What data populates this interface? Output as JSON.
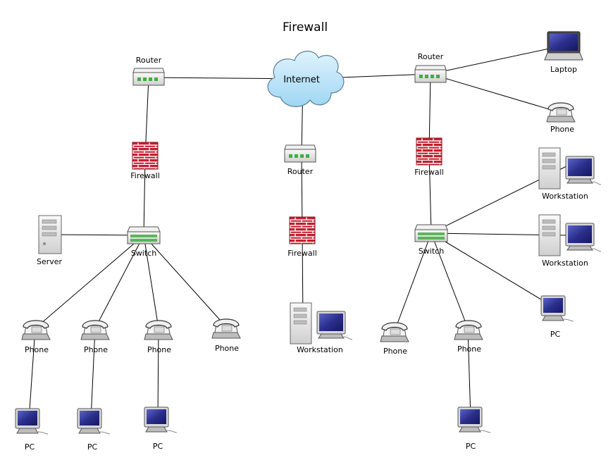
{
  "title": "Firewall",
  "colors": {
    "link": "#000000",
    "brick": "#c41e2e",
    "cloud": "#b8e2f8",
    "screen": "#2b2f8c",
    "device": "#e6e6e6",
    "led": "#3fae3f"
  },
  "nodes": {
    "internet": {
      "label": "Internet",
      "icon": "cloud-icon"
    },
    "router_left": {
      "label": "Router",
      "icon": "router-icon"
    },
    "router_mid": {
      "label": "Router",
      "icon": "router-icon"
    },
    "router_right": {
      "label": "Router",
      "icon": "router-icon"
    },
    "firewall_left": {
      "label": "Firewall",
      "icon": "firewall-icon"
    },
    "firewall_mid": {
      "label": "Firewall",
      "icon": "firewall-icon"
    },
    "firewall_right": {
      "label": "Firewall",
      "icon": "firewall-icon"
    },
    "switch_left": {
      "label": "Switch",
      "icon": "switch-icon"
    },
    "switch_right": {
      "label": "Switch",
      "icon": "switch-icon"
    },
    "server": {
      "label": "Server",
      "icon": "server-icon"
    },
    "phone_l1": {
      "label": "Phone",
      "icon": "phone-icon"
    },
    "phone_l2": {
      "label": "Phone",
      "icon": "phone-icon"
    },
    "phone_l3": {
      "label": "Phone",
      "icon": "phone-icon"
    },
    "phone_l4": {
      "label": "Phone",
      "icon": "phone-icon"
    },
    "pc_l1": {
      "label": "PC",
      "icon": "pc-icon"
    },
    "pc_l2": {
      "label": "PC",
      "icon": "pc-icon"
    },
    "pc_l3": {
      "label": "PC",
      "icon": "pc-icon"
    },
    "workstation_mid": {
      "label": "Workstation",
      "icon": "workstation-icon"
    },
    "laptop": {
      "label": "Laptop",
      "icon": "laptop-icon"
    },
    "phone_r_top": {
      "label": "Phone",
      "icon": "phone-icon"
    },
    "workstation_r1": {
      "label": "Workstation",
      "icon": "workstation-icon"
    },
    "workstation_r2": {
      "label": "Workstation",
      "icon": "workstation-icon"
    },
    "pc_r_side": {
      "label": "PC",
      "icon": "pc-icon"
    },
    "phone_r1": {
      "label": "Phone",
      "icon": "phone-icon"
    },
    "phone_r2": {
      "label": "Phone",
      "icon": "phone-icon"
    },
    "pc_r_bottom": {
      "label": "PC",
      "icon": "pc-icon"
    }
  },
  "links": [
    [
      "router_left",
      "internet"
    ],
    [
      "internet",
      "router_right"
    ],
    [
      "internet",
      "router_mid"
    ],
    [
      "router_left",
      "firewall_left"
    ],
    [
      "firewall_left",
      "switch_left"
    ],
    [
      "switch_left",
      "server"
    ],
    [
      "switch_left",
      "phone_l1"
    ],
    [
      "switch_left",
      "phone_l2"
    ],
    [
      "switch_left",
      "phone_l3"
    ],
    [
      "switch_left",
      "phone_l4"
    ],
    [
      "phone_l1",
      "pc_l1"
    ],
    [
      "phone_l2",
      "pc_l2"
    ],
    [
      "phone_l3",
      "pc_l3"
    ],
    [
      "router_mid",
      "firewall_mid"
    ],
    [
      "firewall_mid",
      "workstation_mid"
    ],
    [
      "router_right",
      "laptop"
    ],
    [
      "router_right",
      "phone_r_top"
    ],
    [
      "router_right",
      "firewall_right"
    ],
    [
      "firewall_right",
      "switch_right"
    ],
    [
      "switch_right",
      "workstation_r1"
    ],
    [
      "switch_right",
      "workstation_r2"
    ],
    [
      "switch_right",
      "pc_r_side"
    ],
    [
      "switch_right",
      "phone_r1"
    ],
    [
      "switch_right",
      "phone_r2"
    ],
    [
      "phone_r2",
      "pc_r_bottom"
    ]
  ]
}
